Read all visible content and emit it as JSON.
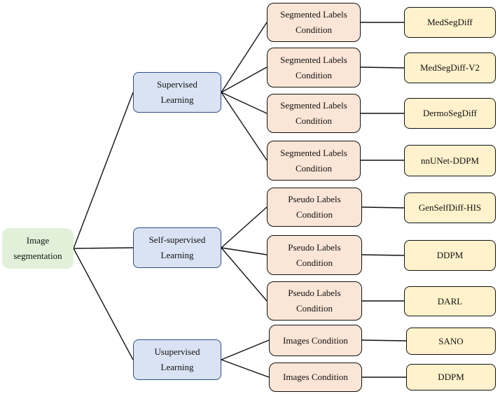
{
  "colors": {
    "root_fill": "#e2f0d9",
    "category_fill": "#dae3f3",
    "category_border": "#2e4a86",
    "condition_fill": "#fbe5d6",
    "method_fill": "#fff2cc",
    "line": "#111111"
  },
  "root": {
    "label": "Image\nsegmentation"
  },
  "categories": [
    {
      "label": "Supervised\nLearning",
      "conditions": [
        {
          "label": "Segmented Labels\nCondition",
          "method": "MedSegDiff"
        },
        {
          "label": "Segmented Labels\nCondition",
          "method": "MedSegDiff-V2"
        },
        {
          "label": "Segmented Labels\nCondition",
          "method": "DermoSegDiff"
        },
        {
          "label": "Segmented Labels\nCondition",
          "method": "nnUNet-DDPM"
        }
      ]
    },
    {
      "label": "Self-supervised\nLearning",
      "conditions": [
        {
          "label": "Pseudo Labels\nCondition",
          "method": "GenSelfDiff-HIS"
        },
        {
          "label": "Pseudo Labels\nCondition",
          "method": "DDPM"
        },
        {
          "label": "Pseudo Labels\nCondition",
          "method": "DARL"
        }
      ]
    },
    {
      "label": "Usupervised\nLearning",
      "conditions": [
        {
          "label": "Images Condition",
          "method": "SANO"
        },
        {
          "label": "Images Condition",
          "method": "DDPM"
        }
      ]
    }
  ]
}
